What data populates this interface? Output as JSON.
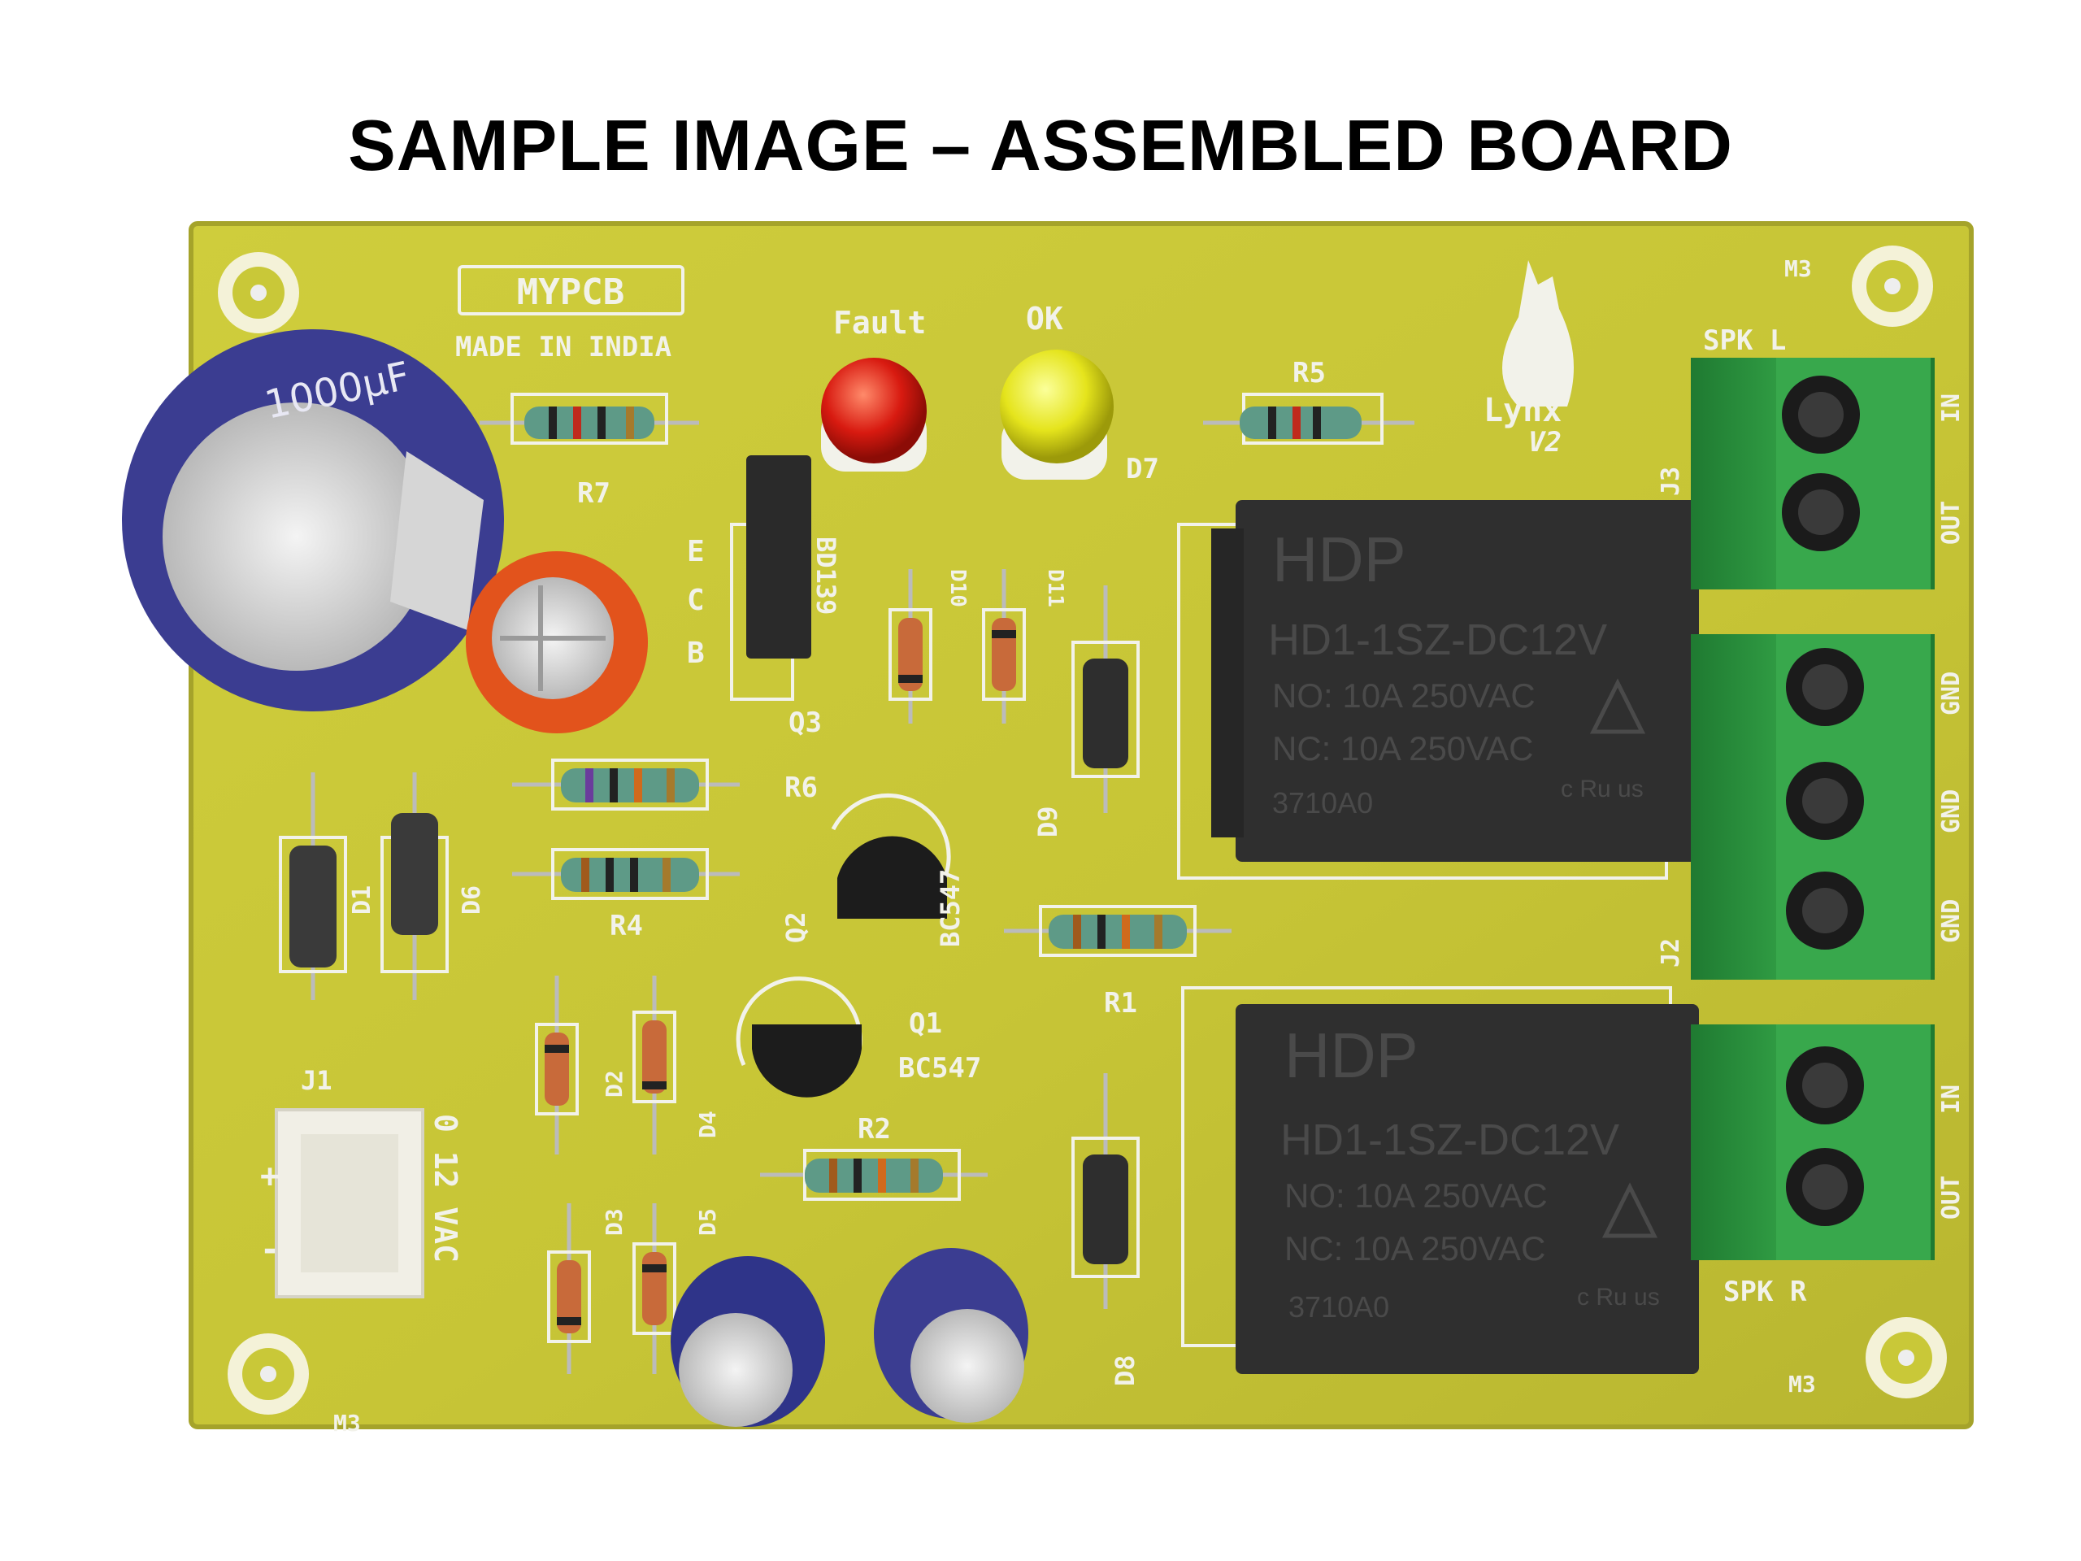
{
  "title": "SAMPLE IMAGE – ASSEMBLED BOARD",
  "colors": {
    "pcb": "#c9c838",
    "pcb_edge": "#9f9f25",
    "silkscreen": "#f2f2ea",
    "relay_body": "#2f2f2f",
    "terminal_green": "#2f9c43",
    "cap_blue": "#3b3d91"
  },
  "board": {
    "brand": "MYPCB",
    "made_in": "MADE IN INDIA",
    "product": "Lynx",
    "version": "V2",
    "mount_holes": [
      "M3",
      "M3",
      "M3",
      "M3"
    ],
    "leds": {
      "fault": "Fault",
      "ok": "OK",
      "ok_ref": "D7"
    },
    "transistor_q3": {
      "ref": "Q3",
      "part": "BD139",
      "pins": [
        "E",
        "C",
        "B"
      ]
    },
    "transistor_q2": {
      "ref": "Q2",
      "part": "BC547"
    },
    "transistor_q1": {
      "ref": "Q1",
      "part": "BC547"
    },
    "resistors": [
      "R7",
      "R5",
      "R6",
      "R4",
      "R1",
      "R2"
    ],
    "diodes": [
      "D10",
      "D11",
      "D9",
      "D1",
      "D6",
      "D2",
      "D4",
      "D3",
      "D5",
      "D8"
    ],
    "capacitor_big": "1000µF",
    "power_connector": {
      "ref": "J1",
      "label": "0 12 VAC",
      "plus": "+",
      "minus": "-"
    },
    "connectors": {
      "J3": {
        "ref": "J3",
        "title": "SPK L",
        "pins": [
          "IN",
          "OUT"
        ]
      },
      "J2": {
        "ref": "J2",
        "pins": [
          "GND",
          "GND",
          "GND"
        ]
      },
      "J4": {
        "title": "SPK R",
        "pins": [
          "IN",
          "OUT"
        ]
      }
    },
    "relays": [
      {
        "brand": "HDP",
        "model": "HD1-1SZ-DC12V",
        "no": "NO: 10A 250VAC",
        "nc": "NC: 10A 250VAC",
        "code": "3710A0",
        "cert": "c Ru us"
      },
      {
        "brand": "HDP",
        "model": "HD1-1SZ-DC12V",
        "no": "NO: 10A 250VAC",
        "nc": "NC: 10A 250VAC",
        "code": "3710A0",
        "cert": "c Ru us"
      }
    ]
  }
}
